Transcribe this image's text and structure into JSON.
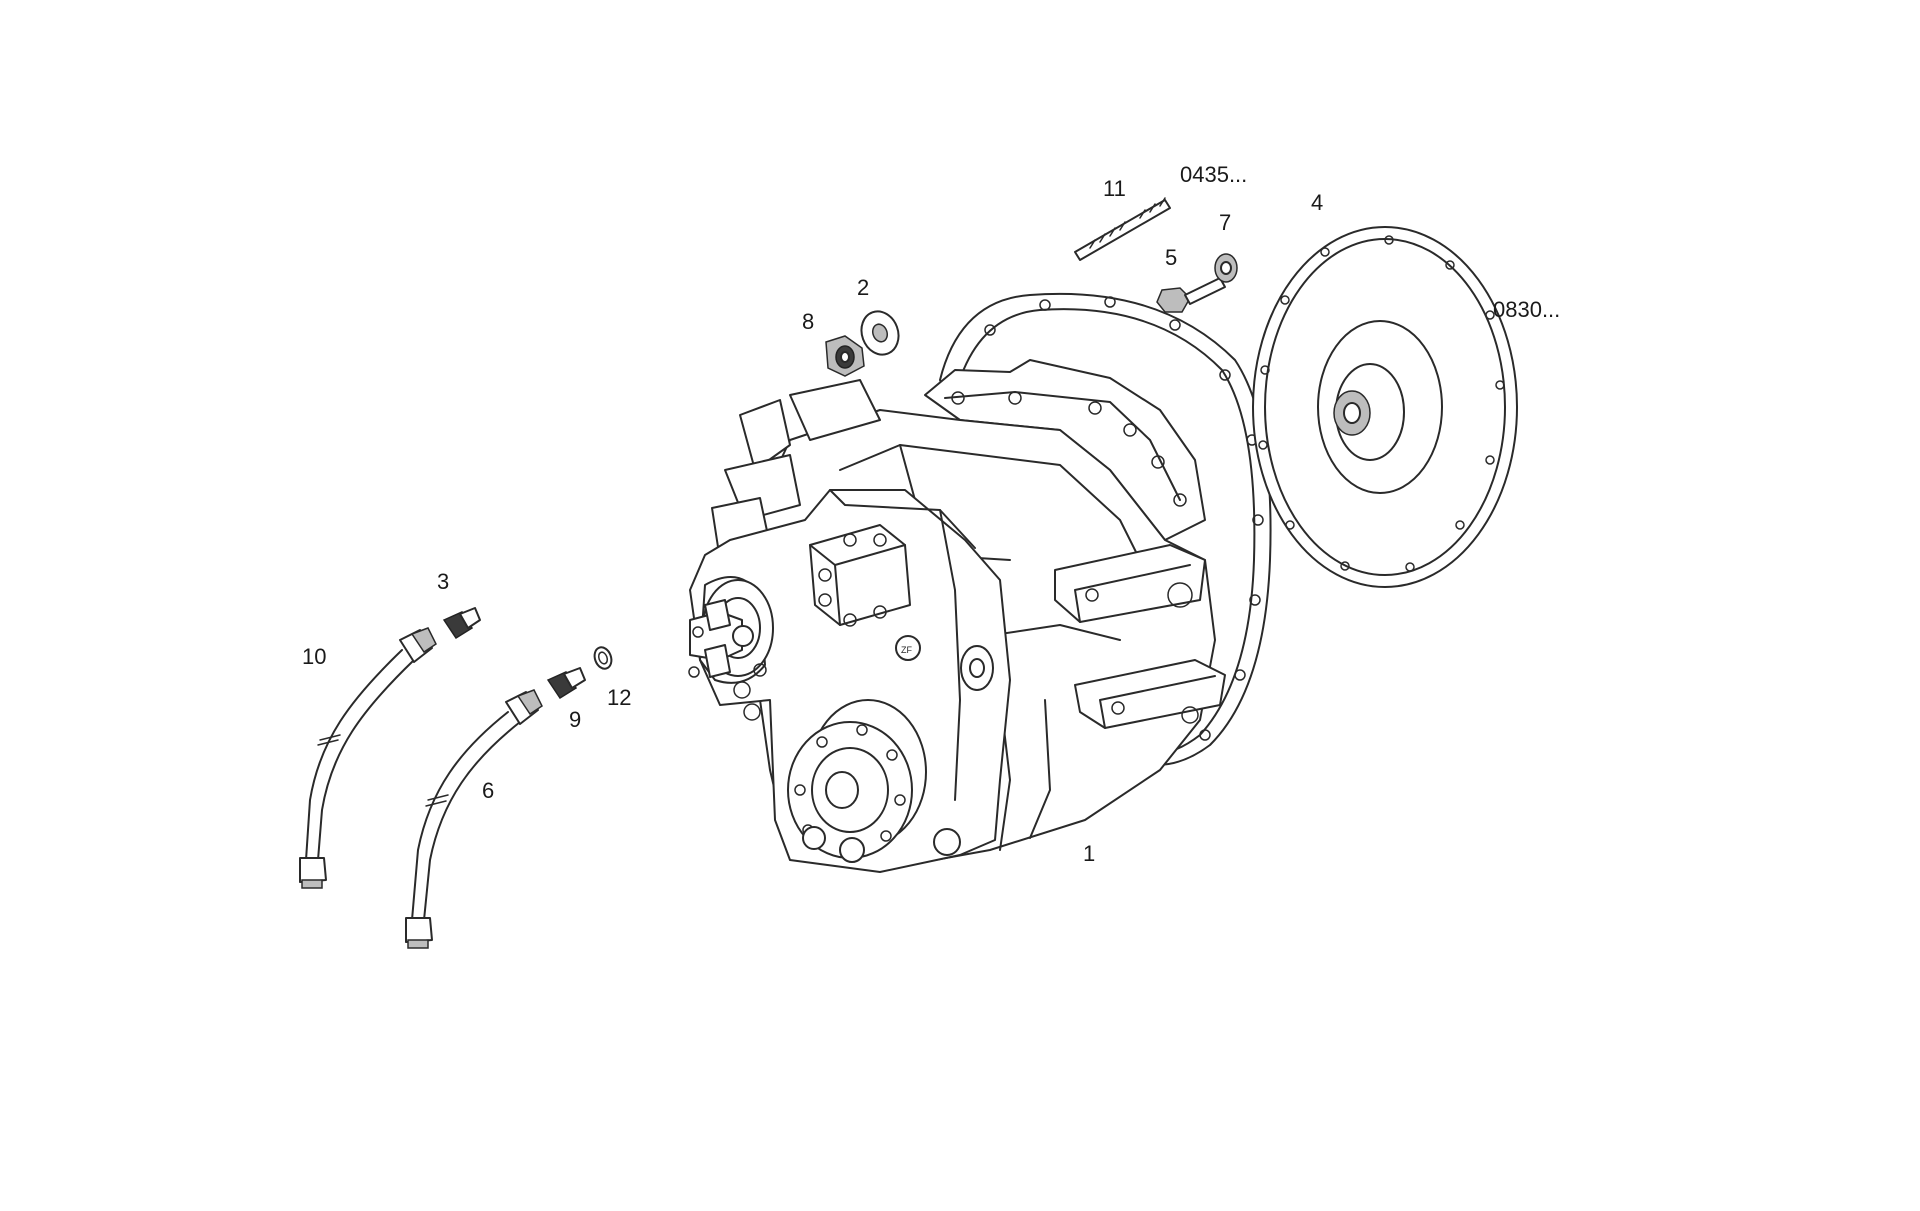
{
  "callouts": {
    "c1": "1",
    "c2": "2",
    "c3": "3",
    "c4": "4",
    "c5": "5",
    "c6": "6",
    "c7": "7",
    "c8": "8",
    "c9": "9",
    "c10": "10",
    "c11": "11",
    "c12": "12",
    "ref_0435": "0435...",
    "ref_0830": "0830..."
  }
}
